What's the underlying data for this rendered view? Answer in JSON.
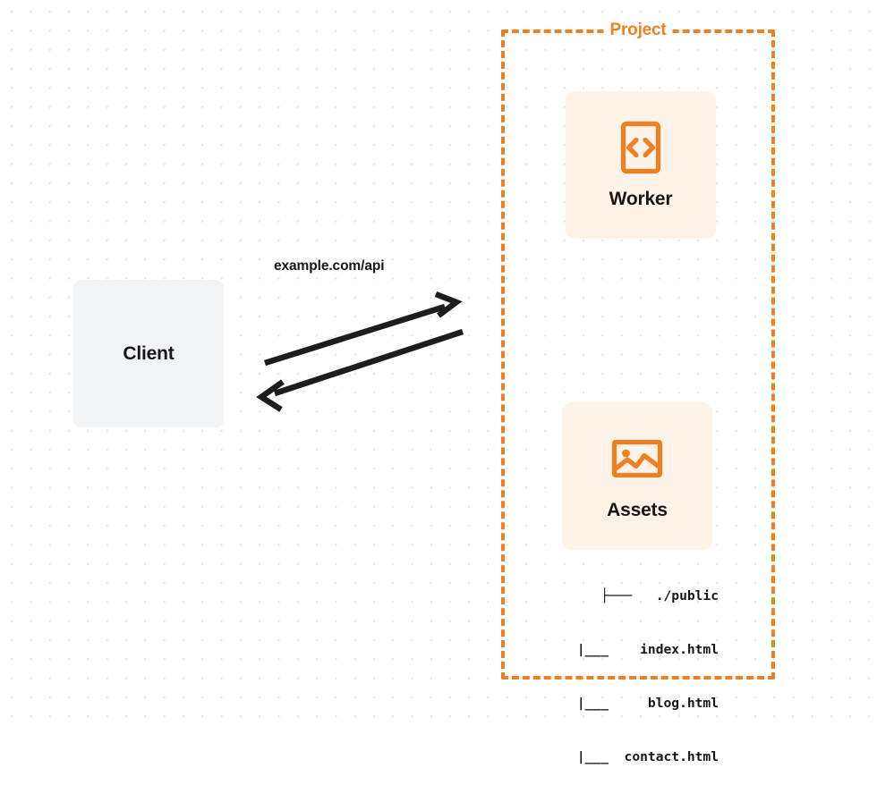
{
  "diagram": {
    "title": "Client to Project Worker and Assets request flow",
    "background": {
      "color": "#ffffff",
      "dot_color": "#e9e9ec"
    },
    "colors": {
      "orange": "#ef8022",
      "card_bg": "#fdf3e8",
      "client_bg": "#f3f4f6",
      "text": "#17171a",
      "arrow": "#1d1d1f"
    }
  },
  "client": {
    "label": "Client"
  },
  "connection": {
    "label": "example.com/api",
    "request_arrow_name": "request-arrow",
    "response_arrow_name": "response-arrow"
  },
  "project": {
    "title": "Project",
    "cards": [
      {
        "label": "Worker",
        "icon": "code-brackets-icon"
      },
      {
        "label": "Assets",
        "icon": "image-icon"
      }
    ],
    "file_tree": [
      "├───   ./public",
      "   |___    index.html",
      "   |___     blog.html",
      "   |___  contact.html"
    ]
  }
}
